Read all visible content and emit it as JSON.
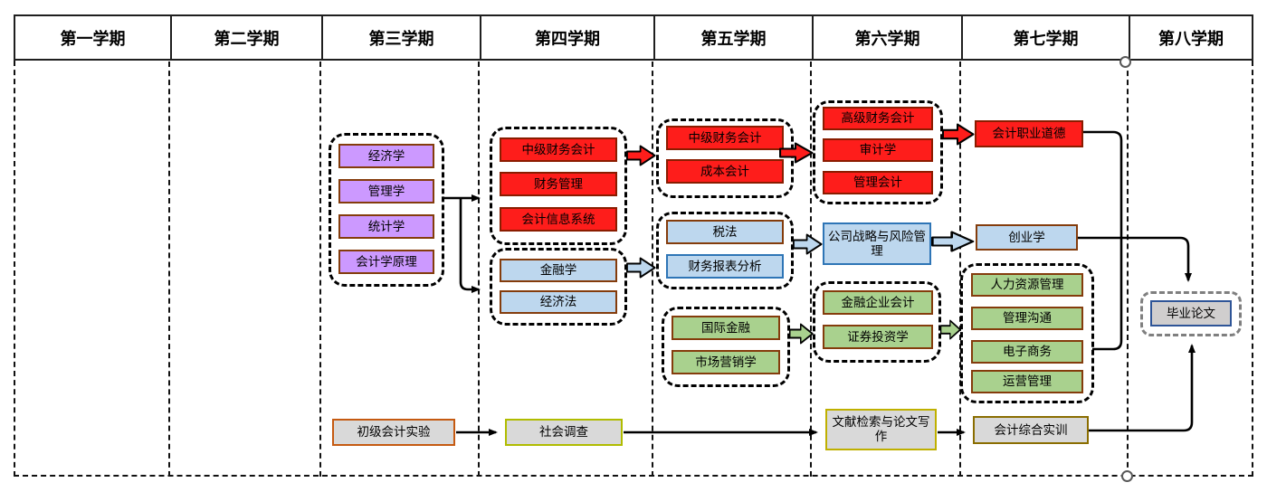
{
  "header": {
    "cells": [
      "第一学期",
      "第二学期",
      "第三学期",
      "第四学期",
      "第五学期",
      "第六学期",
      "第七学期",
      "第八学期"
    ]
  },
  "course_groups": {
    "sem3_foundation": {
      "color_theme": "purple",
      "courses": [
        "经济学",
        "管理学",
        "统计学",
        "会计学原理"
      ]
    },
    "sem4_accounting": {
      "color_theme": "red",
      "courses": [
        "中级财务会计",
        "财务管理",
        "会计信息系统"
      ]
    },
    "sem4_finance_law": {
      "color_theme": "blue",
      "courses": [
        "金融学",
        "经济法"
      ]
    },
    "sem5_accounting": {
      "color_theme": "red",
      "courses": [
        "中级财务会计",
        "成本会计"
      ]
    },
    "sem5_tax_analysis": {
      "color_theme": "blue",
      "courses": [
        "税法",
        "财务报表分析"
      ]
    },
    "sem5_finance_marketing": {
      "color_theme": "green",
      "courses": [
        "国际金融",
        "市场营销学"
      ]
    },
    "sem6_accounting": {
      "color_theme": "red",
      "courses": [
        "高级财务会计",
        "审计学",
        "管理会计"
      ]
    },
    "sem6_finance": {
      "color_theme": "green",
      "courses": [
        "金融企业会计",
        "证券投资学"
      ]
    },
    "sem7_management": {
      "color_theme": "green",
      "courses": [
        "人力资源管理",
        "管理沟通",
        "电子商务",
        "运营管理"
      ]
    },
    "sem8_thesis": {
      "color_theme": "gray",
      "courses": [
        "毕业论文"
      ]
    }
  },
  "standalone_courses": {
    "ethics": "会计职业道德",
    "strategy": "公司战略与风险管理",
    "entrepreneurship": "创业学",
    "basic_experiment": "初级会计实验",
    "social_survey": "社会调查",
    "literature_writing": "文献检索与论文写作",
    "comprehensive_training": "会计综合实训"
  },
  "colors": {
    "purple_fill": "#cc99ff",
    "red_fill": "#fe1d1b",
    "blue_fill": "#bdd7ee",
    "green_fill": "#a9d18e",
    "gray_fill": "#d9d9d9",
    "thesis_gray_fill": "#d0cece",
    "brown_border": "#843c0c",
    "dark_red_border": "#8a1c00",
    "dark_blue_border": "#2e75b6",
    "thesis_blue_border": "#2f5597",
    "orange_border": "#c55a11",
    "yellow_green_border": "#b0bc00",
    "yellow_border": "#bfb000",
    "olive_border": "#8a6d00",
    "container_gray": "#7f7f7f",
    "handle_gray": "#595959"
  }
}
